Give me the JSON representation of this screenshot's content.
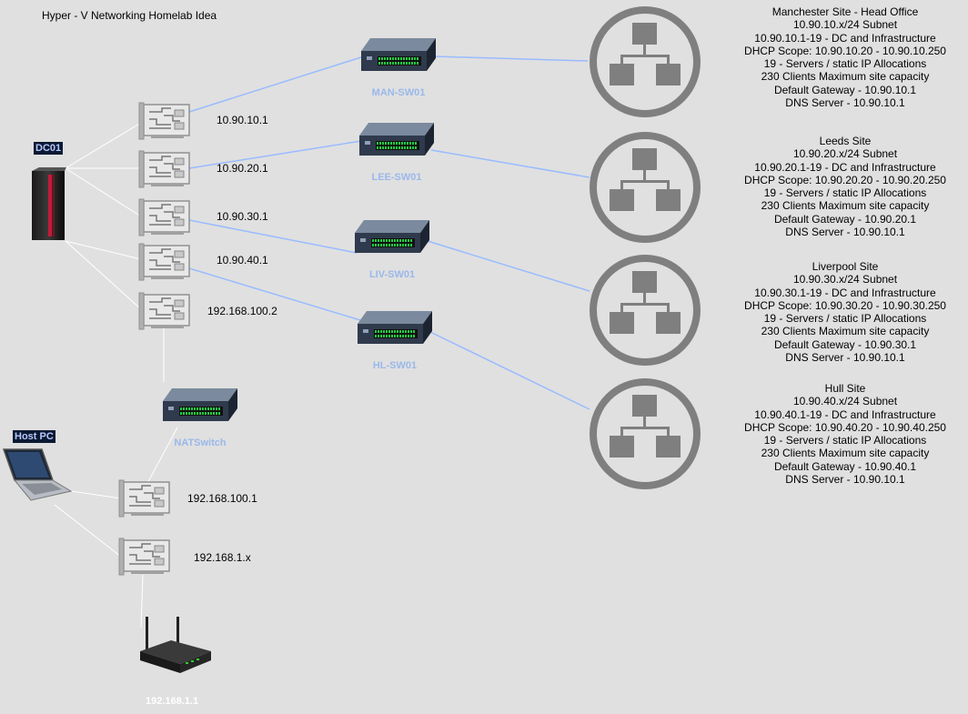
{
  "title": "Hyper - V Networking Homelab Idea",
  "dc": {
    "label": "DC01",
    "icon": "server-icon"
  },
  "host": {
    "label": "Host PC",
    "icon": "laptop-icon"
  },
  "nics_dc": [
    {
      "ip": "10.90.10.1"
    },
    {
      "ip": "10.90.20.1"
    },
    {
      "ip": "10.90.30.1"
    },
    {
      "ip": "10.90.40.1"
    },
    {
      "ip": "192.168.100.2"
    }
  ],
  "nics_host": [
    {
      "ip": "192.168.100.1"
    },
    {
      "ip": "192.168.1.x"
    }
  ],
  "switches": [
    {
      "label": "MAN-SW01"
    },
    {
      "label": "LEE-SW01"
    },
    {
      "label": "LIV-SW01"
    },
    {
      "label": "HL-SW01"
    },
    {
      "label": "NATSwitch"
    }
  ],
  "router": {
    "label": "192.168.1.1",
    "icon": "router-icon"
  },
  "sites": [
    {
      "lines": [
        "Manchester Site - Head Office",
        "10.90.10.x/24 Subnet",
        "10.90.10.1-19 - DC and Infrastructure",
        "DHCP Scope: 10.90.10.20 - 10.90.10.250",
        "19 - Servers / static IP Allocations",
        "230 Clients Maximum site capacity",
        "Default Gateway - 10.90.10.1",
        "DNS Server - 10.90.10.1"
      ]
    },
    {
      "lines": [
        "Leeds Site",
        "10.90.20.x/24 Subnet",
        "10.90.20.1-19 - DC and Infrastructure",
        "DHCP Scope: 10.90.20.20 - 10.90.20.250",
        "19 - Servers / static IP Allocations",
        "230 Clients Maximum site capacity",
        "Default Gateway - 10.90.20.1",
        "DNS Server - 10.90.10.1"
      ]
    },
    {
      "lines": [
        "Liverpool Site",
        "10.90.30.x/24 Subnet",
        "10.90.30.1-19 - DC and Infrastructure",
        "DHCP Scope: 10.90.30.20 - 10.90.30.250",
        "19 - Servers / static IP Allocations",
        "230 Clients Maximum site capacity",
        "Default Gateway - 10.90.30.1",
        "DNS Server - 10.90.10.1"
      ]
    },
    {
      "lines": [
        "Hull Site",
        "10.90.40.x/24 Subnet",
        "10.90.40.1-19 - DC and Infrastructure",
        "DHCP Scope: 10.90.40.20 - 10.90.40.250",
        "19 - Servers / static IP Allocations",
        "230 Clients Maximum site capacity",
        "Default Gateway - 10.90.40.1",
        "DNS Server - 10.90.10.1"
      ]
    }
  ],
  "colors": {
    "background": "#e0e0e0",
    "link_blue": "#99bbff",
    "link_white": "#ffffff",
    "switch_label": "#9ab8ea",
    "network_icon": "#808080"
  }
}
